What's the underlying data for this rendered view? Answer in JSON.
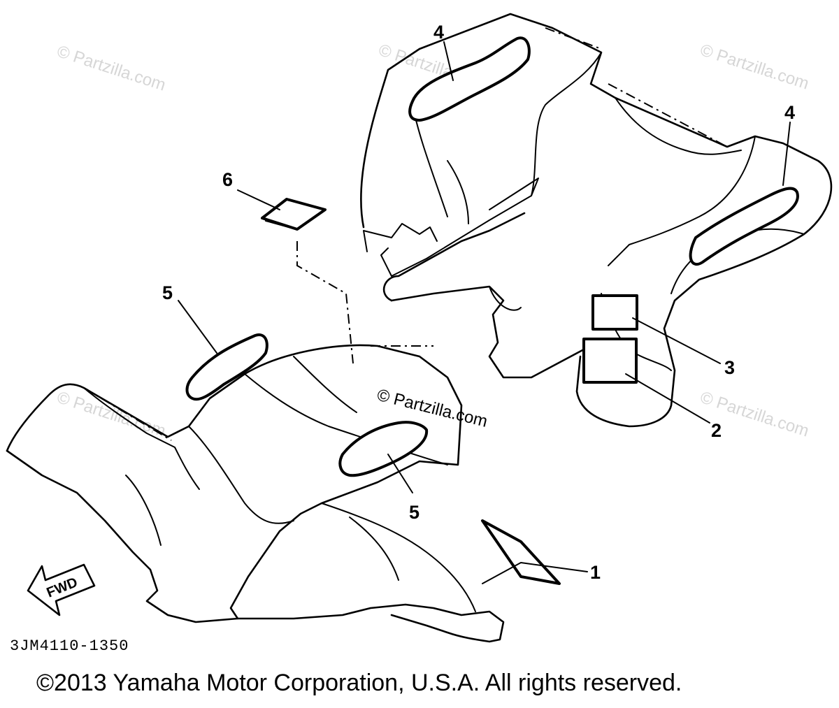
{
  "diagram": {
    "code": "3JM4110-1350",
    "copyright": "©2013 Yamaha Motor Corporation, U.S.A. All rights reserved.",
    "fwd_label": "FWD",
    "callouts": [
      {
        "id": "callout-1",
        "label": "1"
      },
      {
        "id": "callout-2",
        "label": "2"
      },
      {
        "id": "callout-3",
        "label": "3"
      },
      {
        "id": "callout-4a",
        "label": "4"
      },
      {
        "id": "callout-4b",
        "label": "4"
      },
      {
        "id": "callout-5a",
        "label": "5"
      },
      {
        "id": "callout-5b",
        "label": "5"
      },
      {
        "id": "callout-6",
        "label": "6"
      }
    ],
    "watermarks": {
      "light": "© Partzilla.com",
      "center": "© Partzilla.com"
    }
  }
}
